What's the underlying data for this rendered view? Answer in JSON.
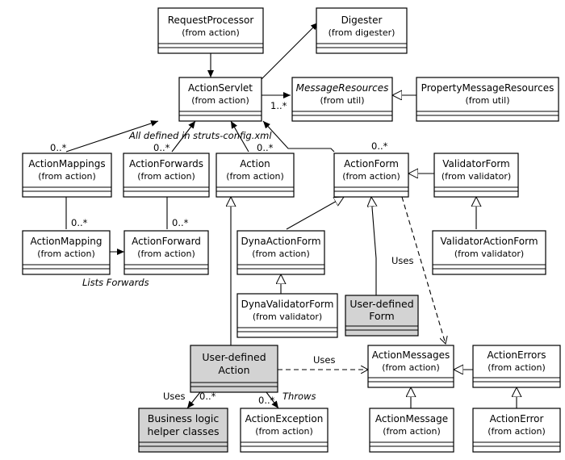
{
  "classes": {
    "request_processor": {
      "name": "RequestProcessor",
      "pkg": "(from action)"
    },
    "digester": {
      "name": "Digester",
      "pkg": "(from digester)"
    },
    "action_servlet": {
      "name": "ActionServlet",
      "pkg": "(from action)"
    },
    "message_resources": {
      "name": "MessageResources",
      "pkg": "(from util)"
    },
    "property_message_resources": {
      "name": "PropertyMessageResources",
      "pkg": "(from util)"
    },
    "action_mappings": {
      "name": "ActionMappings",
      "pkg": "(from action)"
    },
    "action_forwards": {
      "name": "ActionForwards",
      "pkg": "(from action)"
    },
    "action": {
      "name": "Action",
      "pkg": "(from action)"
    },
    "action_form": {
      "name": "ActionForm",
      "pkg": "(from action)"
    },
    "validator_form": {
      "name": "ValidatorForm",
      "pkg": "(from validator)"
    },
    "action_mapping": {
      "name": "ActionMapping",
      "pkg": "(from action)"
    },
    "action_forward": {
      "name": "ActionForward",
      "pkg": "(from action)"
    },
    "dyna_action_form": {
      "name": "DynaActionForm",
      "pkg": "(from action)"
    },
    "validator_action_form": {
      "name": "ValidatorActionForm",
      "pkg": "(from validator)"
    },
    "dyna_validator_form": {
      "name": "DynaValidatorForm",
      "pkg": "(from validator)"
    },
    "user_defined_form": {
      "line1": "User-defined",
      "line2": "Form"
    },
    "user_defined_action": {
      "line1": "User-defined",
      "line2": "Action"
    },
    "action_messages": {
      "name": "ActionMessages",
      "pkg": "(from action)"
    },
    "action_errors": {
      "name": "ActionErrors",
      "pkg": "(from action)"
    },
    "business_logic": {
      "line1": "Business logic",
      "line2": "helper classes"
    },
    "action_exception": {
      "name": "ActionException",
      "pkg": "(from action)"
    },
    "action_message": {
      "name": "ActionMessage",
      "pkg": "(from action)"
    },
    "action_error": {
      "name": "ActionError",
      "pkg": "(from action)"
    }
  },
  "labels": {
    "mult_message_resources": "1..*",
    "all_defined": "All defined in struts-config.xml",
    "mult_mappings": "0..*",
    "mult_forwards": "0..*",
    "mult_action": "0..*",
    "mult_form": "0..*",
    "mult_mapping_agg": "0..*",
    "mult_forward_agg": "0..*",
    "lists_forwards": "Lists Forwards",
    "uses_form_messages": "Uses",
    "uses_action_messages": "Uses",
    "uses_business": "Uses",
    "mult_business": "0..*",
    "mult_exception": "0..*",
    "throws": "Throws"
  }
}
